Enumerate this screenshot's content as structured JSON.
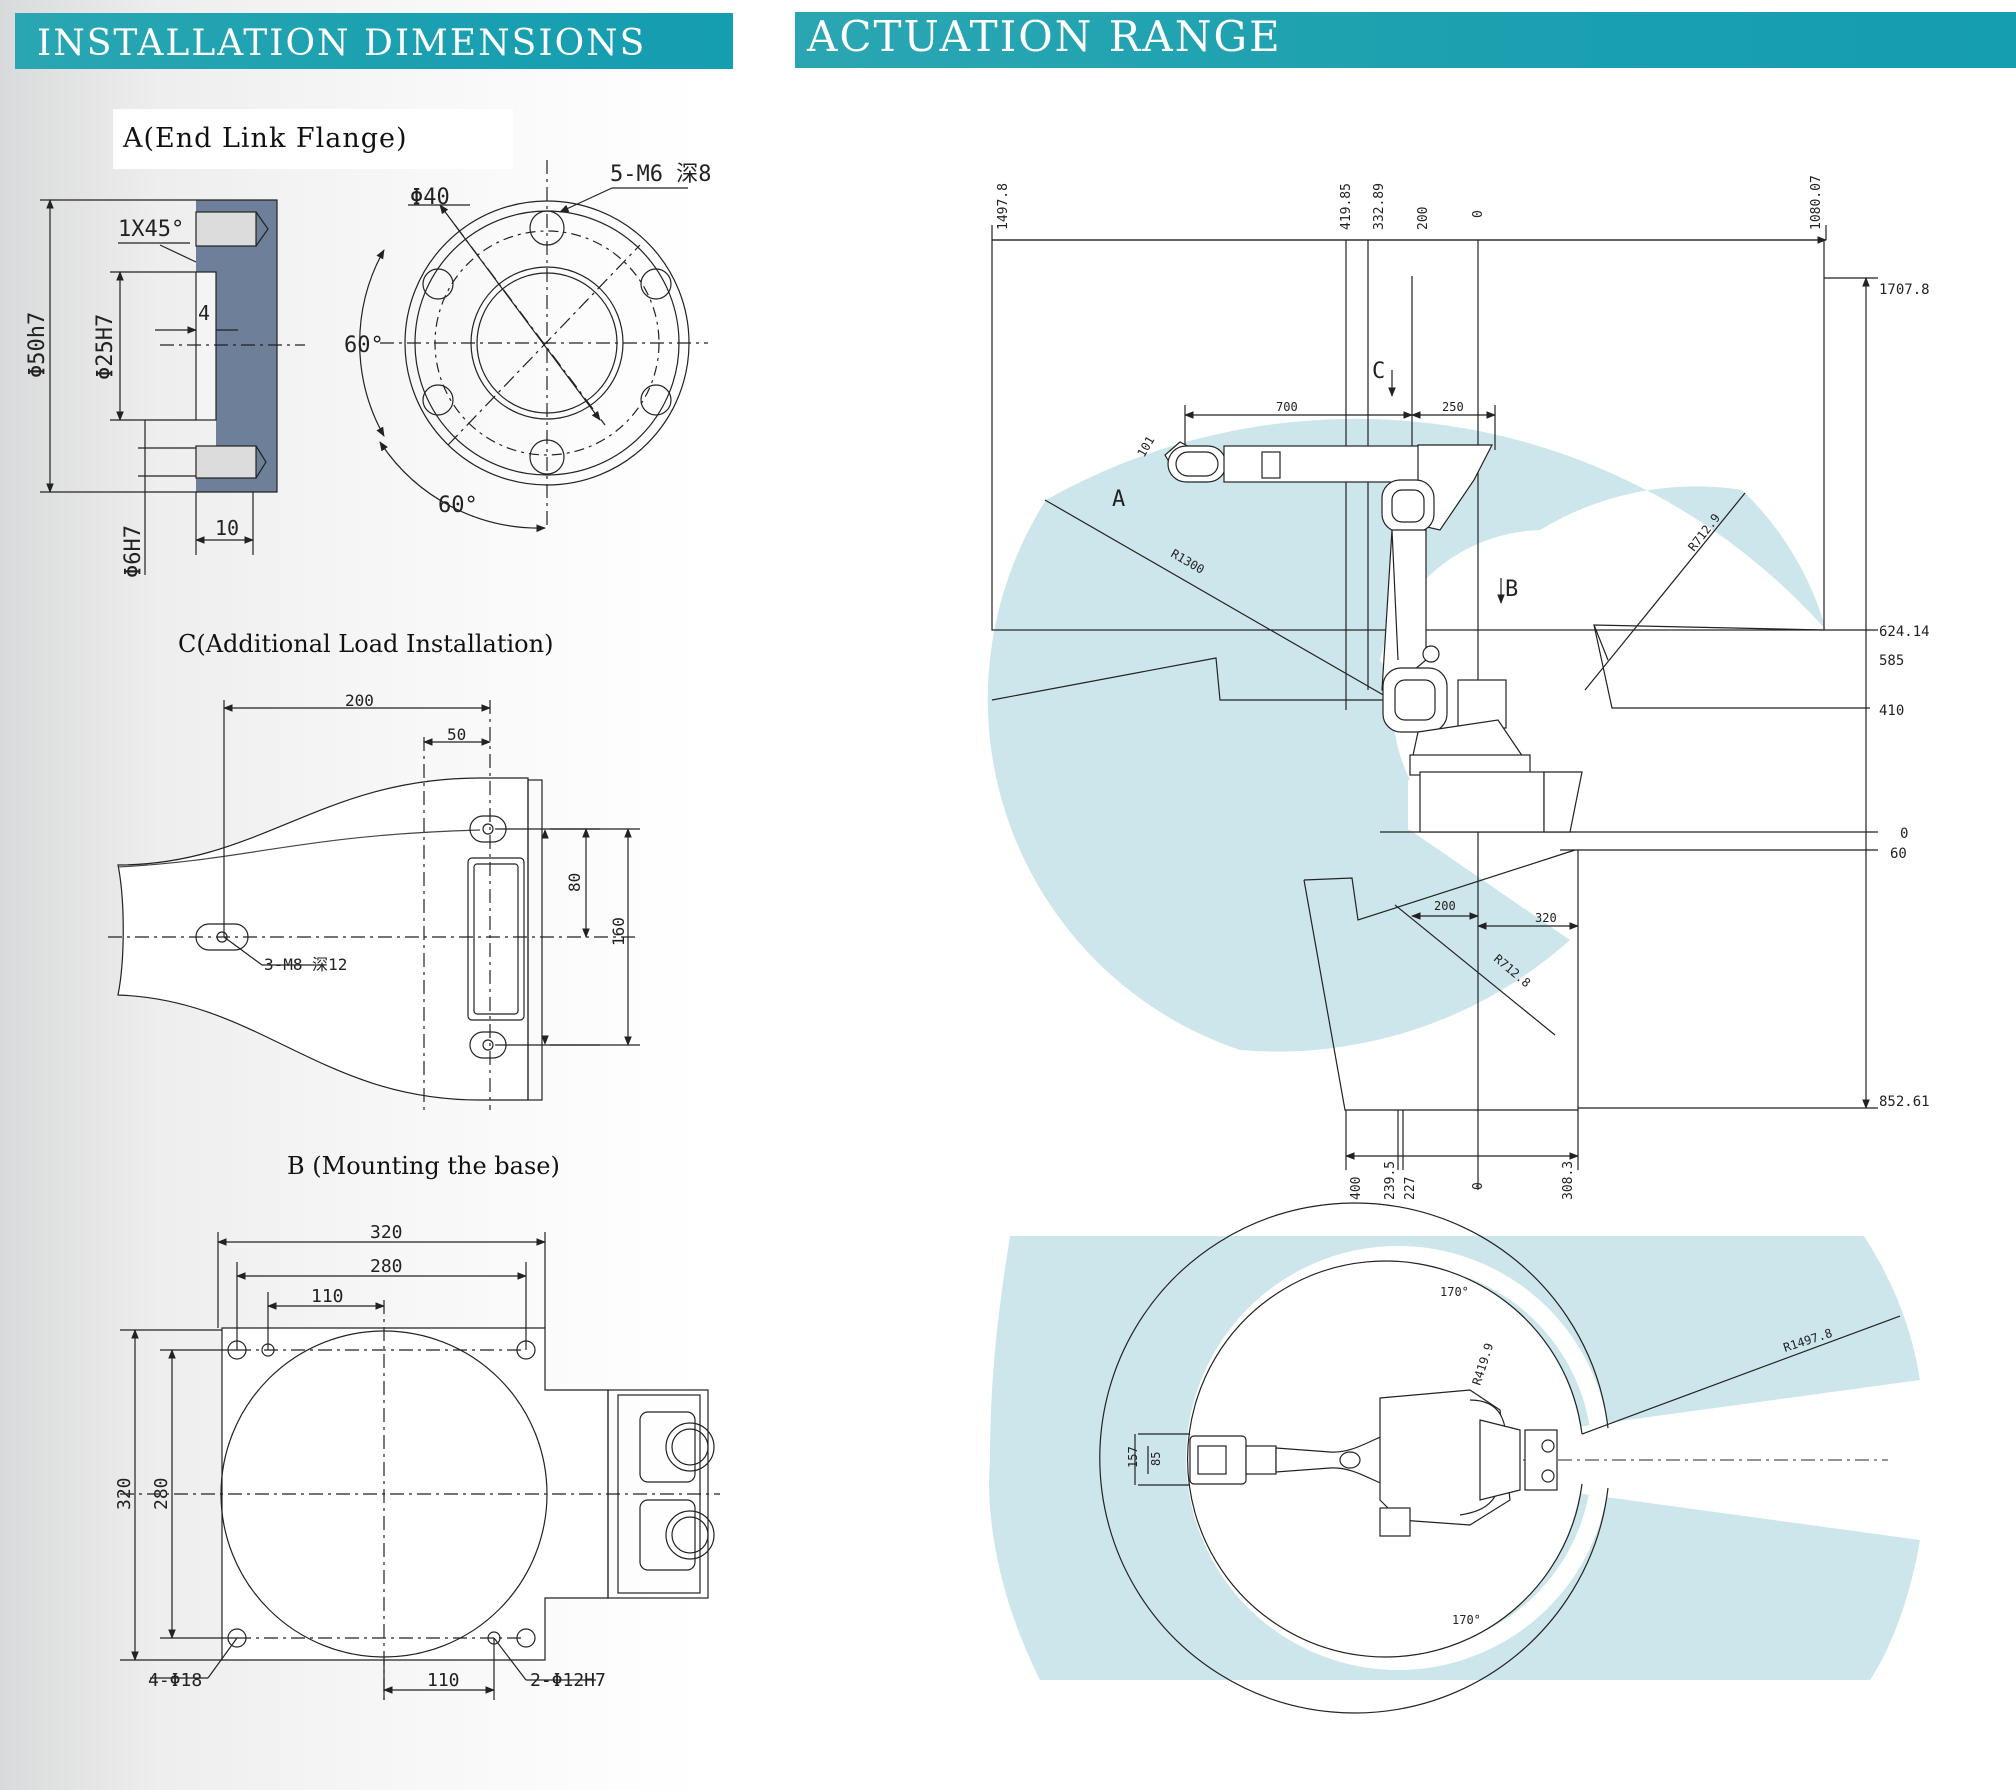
{
  "left_header": "INSTALLATION DIMENSIONS",
  "right_header": "ACTUATION RANGE",
  "colors": {
    "banner": "#1aa0b0",
    "range_fill": "#cde6ec",
    "flange_fill": "#6e7f9a",
    "line": "#222222"
  },
  "flange": {
    "caption": "A(End Link Flange)",
    "labels": {
      "chamfer": "1X45°",
      "dim_4": "4",
      "d25": "Φ25H7",
      "d50": "Φ50h7",
      "d6": "Φ6H7",
      "dim_10": "10",
      "d40": "Φ40",
      "thread": "5-M6 深8",
      "angle_a": "60°",
      "angle_b": "60°"
    }
  },
  "load": {
    "caption": "C(Additional Load Installation)",
    "labels": {
      "dim_200": "200",
      "dim_50": "50",
      "dim_80": "80",
      "dim_160": "160",
      "thread": "3-M8 深12"
    }
  },
  "base": {
    "caption": "B (Mounting the base)",
    "labels": {
      "w320": "320",
      "w280": "280",
      "w110": "110",
      "h320": "320",
      "h280": "280",
      "b110": "110",
      "holes": "4-Φ18",
      "pins": "2-Φ12H7"
    }
  },
  "side_view": {
    "top_dims": [
      "1497.8",
      "419.85",
      "332.89",
      "200",
      "0",
      "1080.07"
    ],
    "right_dims": [
      "1707.8",
      "624.14",
      "585",
      "410",
      "0",
      "60",
      "852.61"
    ],
    "bottom_dims": [
      "400",
      "239.5",
      "227",
      "0",
      "308.3"
    ],
    "arm_dims": {
      "d700": "700",
      "d250": "250",
      "d101": "101",
      "d200": "200",
      "d320": "320"
    },
    "radii": {
      "r1300": "R1300",
      "r712_upper": "R712.9",
      "r712_lower": "R712.8"
    },
    "markers": {
      "a": "A",
      "b": "B",
      "c": "C"
    }
  },
  "top_view": {
    "angle_top": "170°",
    "angle_bottom": "170°",
    "r_outer": "R1497.8",
    "r_inner": "R419.9",
    "d157": "157",
    "d85": "85"
  }
}
